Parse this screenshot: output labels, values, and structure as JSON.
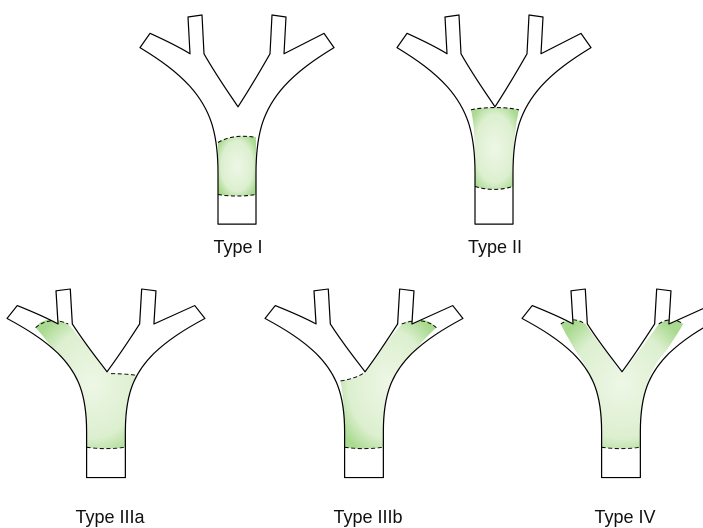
{
  "figure": {
    "panels": [
      {
        "id": "type-1",
        "label": "Type I",
        "involved": "trunk-lower"
      },
      {
        "id": "type-2",
        "label": "Type II",
        "involved": "trunk-to-bifurcation"
      },
      {
        "id": "type-3a",
        "label": "Type IIIa",
        "involved": "trunk-and-left-branch"
      },
      {
        "id": "type-3b",
        "label": "Type IIIb",
        "involved": "trunk-and-right-branch"
      },
      {
        "id": "type-4",
        "label": "Type IV",
        "involved": "trunk-and-both-branches"
      }
    ],
    "colors": {
      "region_center": "#eef7e6",
      "region_edge": "#a9da8f",
      "outline": "#000000"
    }
  }
}
